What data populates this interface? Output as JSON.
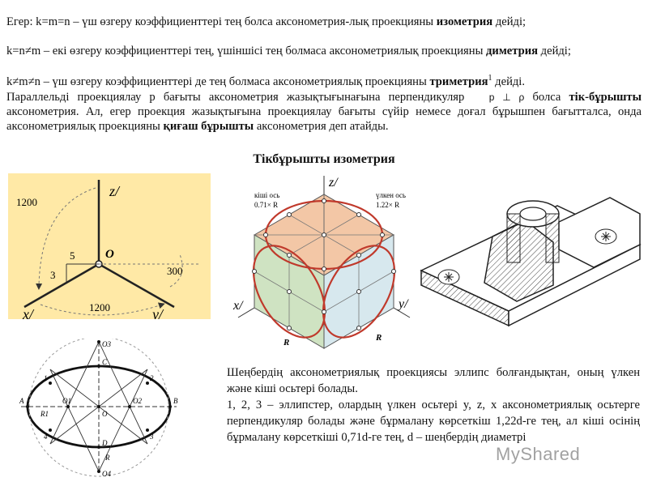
{
  "paragraphs": {
    "p1_a": "Егер: k=m=n – үш өзгеру коэффициенттері тең болса аксонометрия-лық проекцияны ",
    "p1_b": "изометрия",
    "p1_c": " дейді;",
    "p2_a": "k=n≠m – екі өзгеру коэффициенттері тең, үшіншісі тең болмаса аксонометриялық проекцияны ",
    "p2_b": "диметрия",
    "p2_c": " дейді;",
    "p3_a": "k≠m≠n – үш өзгеру коэффициенттері де тең болмаса аксонометриялық проекцияны ",
    "p3_b": "триметрия",
    "p3_sup": "1",
    "p3_c": " дейді.",
    "p4_a": "Параллельді проекциялау р бағыты аксонометрия жазықтығынағына перпендикуляр",
    "p4_formula": "p ⊥ ρ",
    "p4_b": " болса ",
    "p4_c": "тік-бұрышты",
    "p4_d": " аксонометрия. Ал, егер проекция жазықтығына проекциялау бағыты сүйір немесе доғал бұрышпен бағытталса, онда аксонометриялық проекцияны ",
    "p4_e": "қиғаш бұрышты",
    "p4_f": " аксонометрия деп атайды."
  },
  "title": "Тікбұрышты изометрия",
  "axes_figure": {
    "z": "z/",
    "x": "x/",
    "y": "y/",
    "o": "O",
    "angle_top": "1200",
    "angle_bottom": "1200",
    "angle_right": "300",
    "n5": "5",
    "n3": "3"
  },
  "cube_figure": {
    "z": "z/",
    "x": "x/",
    "y": "y/",
    "minor_axis": "кіші ось",
    "minor_coef": "0.71× R",
    "major_axis": "үлкен ось",
    "major_coef": "1.22× R",
    "r1": "R",
    "r2": "R"
  },
  "ellipse_figure": {
    "labels": [
      "O3",
      "C",
      "1",
      "2",
      "A",
      "O1",
      "O",
      "O2",
      "B",
      "R1",
      "D",
      "4",
      "3",
      "O4",
      "R"
    ]
  },
  "bottom": {
    "l1": "Шеңбердің аксонометриялық проекциясы эллипс болғандықтан, оның үлкен және кіші осьтері болады.",
    "l2": "1, 2, 3 – эллипстер, олардың үлкен осьтері      y, z, x аксонометриялық осьтерге перпендикуляр болады  және бұрмалану көрсеткіш  1,22d-ге тең, ал кіші осінің бұрмалану көрсеткіші  0,71d-ге тең,  d – шеңбердің диаметрі"
  },
  "watermark": "MyShared",
  "colors": {
    "ellipse": "#c0392b",
    "face_top": "#f3c7a6",
    "face_left": "#cfe3c2",
    "face_right": "#d7e8ee",
    "axes_bg": "#ffe9a6"
  }
}
